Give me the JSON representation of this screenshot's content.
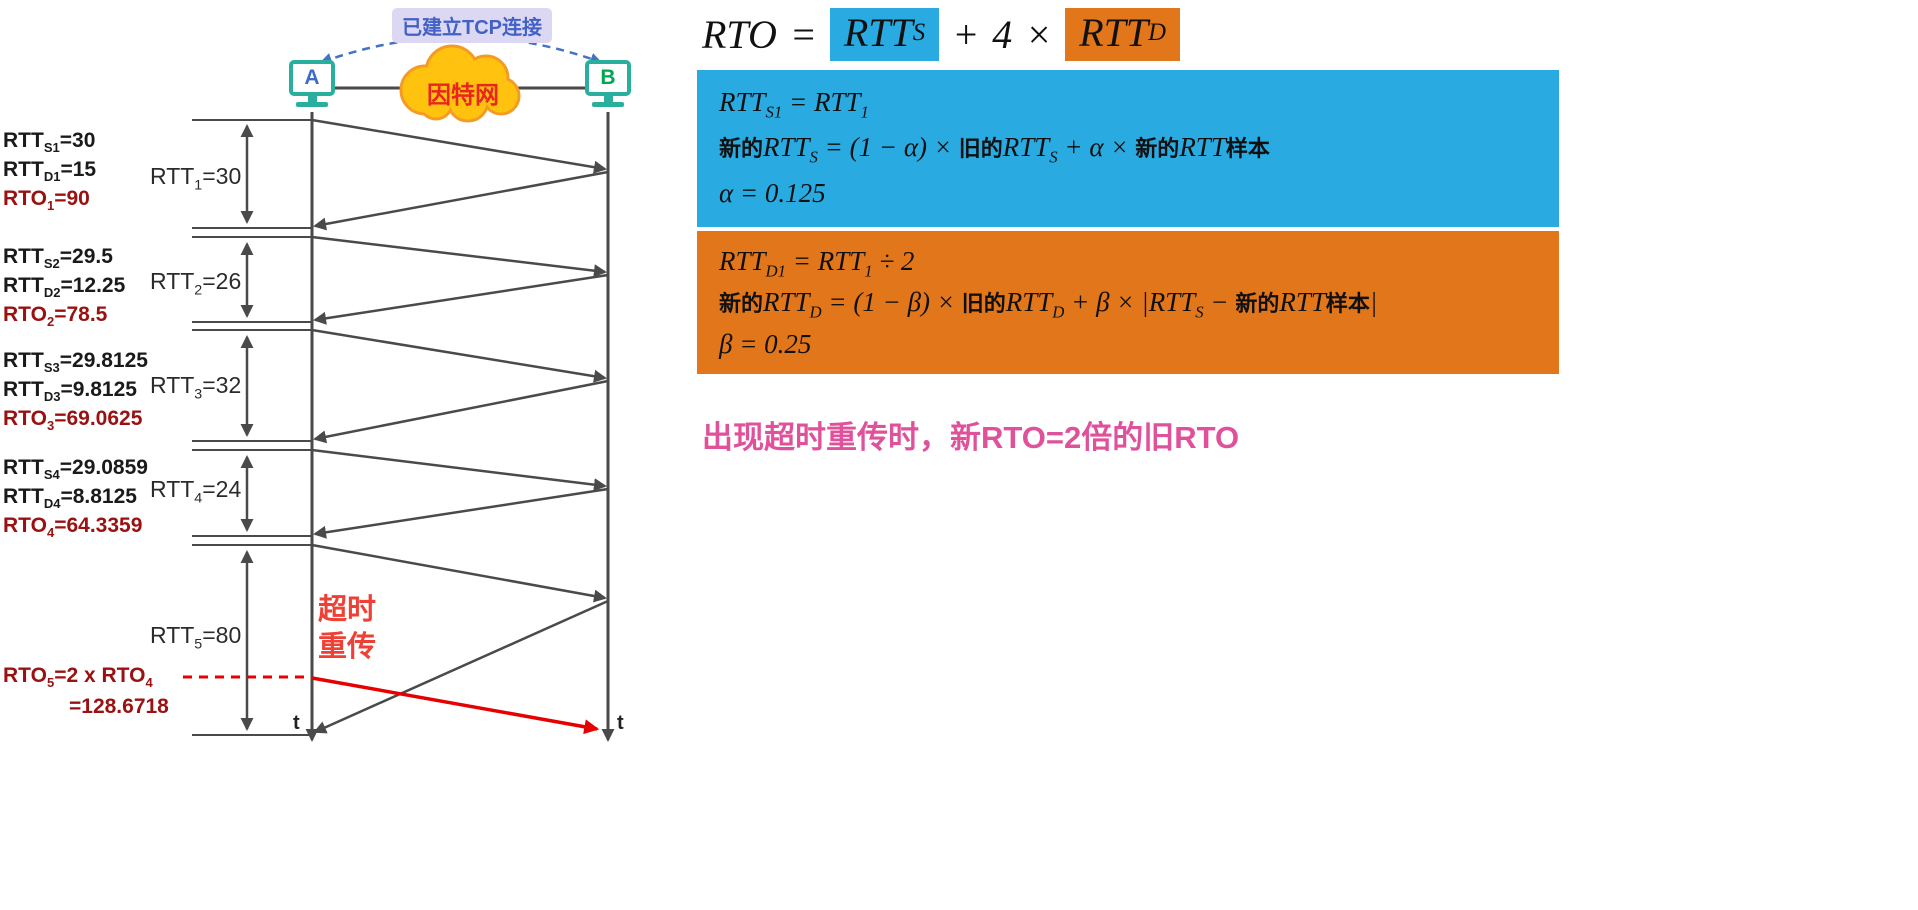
{
  "diagram": {
    "tcp_established_label": "已建立TCP连接",
    "internet_label": "因特网",
    "host_a_label": "A",
    "host_b_label": "B",
    "time_axis_label_a": "t",
    "time_axis_label_b": "t",
    "timeout_line1": "超时",
    "timeout_line2": "重传",
    "rtt_segments": [
      {
        "base": "RTT",
        "sub": "1",
        "value": "=30"
      },
      {
        "base": "RTT",
        "sub": "2",
        "value": "=26"
      },
      {
        "base": "RTT",
        "sub": "3",
        "value": "=32"
      },
      {
        "base": "RTT",
        "sub": "4",
        "value": "=24"
      },
      {
        "base": "RTT",
        "sub": "5",
        "value": "=80"
      }
    ],
    "metric_blocks": [
      {
        "rtts": {
          "base": "RTT",
          "sub": "S1",
          "rest": "=30"
        },
        "rttd": {
          "base": "RTT",
          "sub": "D1",
          "rest": "=15"
        },
        "rto": {
          "base": "RTO",
          "sub": "1",
          "rest": "=90"
        }
      },
      {
        "rtts": {
          "base": "RTT",
          "sub": "S2",
          "rest": "=29.5"
        },
        "rttd": {
          "base": "RTT",
          "sub": "D2",
          "rest": "=12.25"
        },
        "rto": {
          "base": "RTO",
          "sub": "2",
          "rest": "=78.5"
        }
      },
      {
        "rtts": {
          "base": "RTT",
          "sub": "S3",
          "rest": "=29.8125"
        },
        "rttd": {
          "base": "RTT",
          "sub": "D3",
          "rest": "=9.8125"
        },
        "rto": {
          "base": "RTO",
          "sub": "3",
          "rest": "=69.0625"
        }
      },
      {
        "rtts": {
          "base": "RTT",
          "sub": "S4",
          "rest": "=29.0859"
        },
        "rttd": {
          "base": "RTT",
          "sub": "D4",
          "rest": "=8.8125"
        },
        "rto": {
          "base": "RTO",
          "sub": "4",
          "rest": "=64.3359"
        }
      }
    ],
    "rto5": {
      "base1": "RTO",
      "sub1": "5",
      "mid": "=2 x RTO",
      "sub2": "4",
      "line2": "=128.6718"
    }
  },
  "formula": {
    "rto": "RTO",
    "equals": "=",
    "rtts_base": "RTT",
    "rtts_sub": "S",
    "plus": "+",
    "four": "4",
    "times": "×",
    "rttd_base": "RTT",
    "rttd_sub": "D"
  },
  "blue_box": {
    "l1_t1": "RTT",
    "l1_s1": "S1",
    "l1_t2": " = RTT",
    "l1_s2": "1",
    "l2_cn1": "新的",
    "l2_m1": "RTT",
    "l2_s1": "S",
    "l2_m2": " = (1 − α) × ",
    "l2_cn2": "旧的",
    "l2_m3": "RTT",
    "l2_s2": "S",
    "l2_m4": " + α × ",
    "l2_cn3": "新的",
    "l2_m5": "RTT",
    "l2_cn4": "样本",
    "l3": "α = 0.125"
  },
  "orange_box": {
    "l1_t1": "RTT",
    "l1_s1": "D1",
    "l1_t2": " = RTT",
    "l1_s2": "1",
    "l1_t3": " ÷ 2",
    "l2_cn1": "新的",
    "l2_m1": "RTT",
    "l2_s1": "D",
    "l2_m2": " = (1 − β) × ",
    "l2_cn2": "旧的",
    "l2_m3": "RTT",
    "l2_s2": "D",
    "l2_m4": " + β × |",
    "l2_m5": "RTT",
    "l2_s3": "S",
    "l2_m6": " − ",
    "l2_cn3": "新的",
    "l2_m7": "RTT",
    "l2_cn4": "样本",
    "l2_m8": "|",
    "l3": "β = 0.25"
  },
  "note": "出现超时重传时，新RTO=2倍的旧RTO",
  "colors": {
    "blue_box": "#29abe2",
    "orange_box": "#e2761b",
    "rto_dark_red": "#991111",
    "retransmit_red": "#e60000",
    "note_pink": "#e0519b",
    "host_frame_teal": "#2aaf9f",
    "cloud_yellow": "#ffc20e"
  }
}
